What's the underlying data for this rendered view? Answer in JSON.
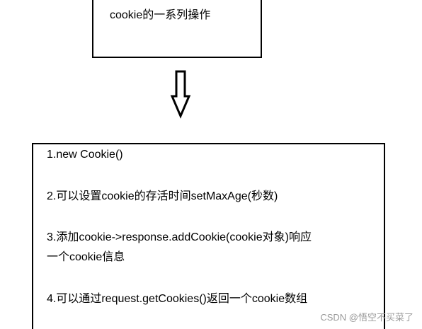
{
  "diagram": {
    "title_box": {
      "label": "cookie的一系列操作"
    },
    "steps_box": {
      "lines": [
        "1.new Cookie()",
        "2.可以设置cookie的存活时间setMaxAge(秒数)",
        "3.添加cookie->response.addCookie(cookie对象)响应",
        "一个cookie信息",
        "4.可以通过request.getCookies()返回一个cookie数组"
      ]
    },
    "arrow": {
      "direction": "down",
      "style": "hollow",
      "stroke_color": "#000000"
    }
  },
  "watermark": {
    "text": "CSDN @悟空不买菜了"
  },
  "colors": {
    "border": "#000000",
    "text": "#000000",
    "watermark": "#9a9a9a"
  }
}
